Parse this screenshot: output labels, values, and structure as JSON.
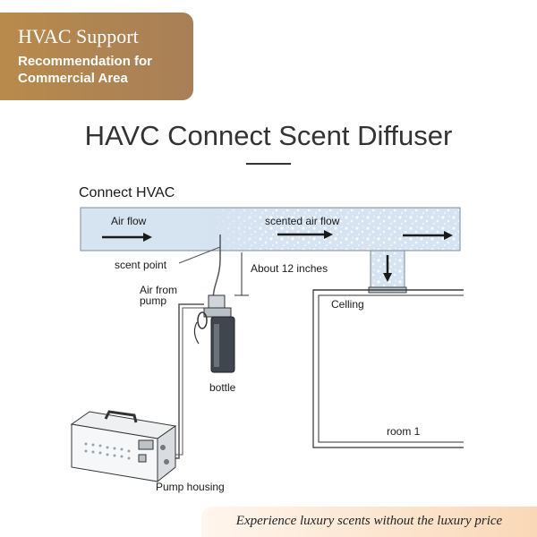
{
  "badge": {
    "title": "HVAC Support",
    "subtitle_line1": "Recommendation for",
    "subtitle_line2": "Commercial Area"
  },
  "main_title": "HAVC Connect Scent Diffuser",
  "diagram": {
    "connect_label": "Connect HVAC",
    "air_flow_label": "Air flow",
    "scented_air_flow_label": "scented air flow",
    "scent_point_label": "scent point",
    "about_label": "About 12 inches",
    "air_from_pump_line1": "Air from",
    "air_from_pump_line2": "pump",
    "ceiling_label": "Celling",
    "bottle_label": "bottle",
    "room_label": "room 1",
    "pump_housing_label": "Pump housing"
  },
  "banner": {
    "text": "Experience luxury scents without the luxury price"
  },
  "colors": {
    "badge_start": "#b88a4c",
    "badge_end": "#a87f58",
    "duct_fill": "#d6e3f1",
    "banner_start": "#fff6ee",
    "banner_end": "#f9d8b7"
  }
}
